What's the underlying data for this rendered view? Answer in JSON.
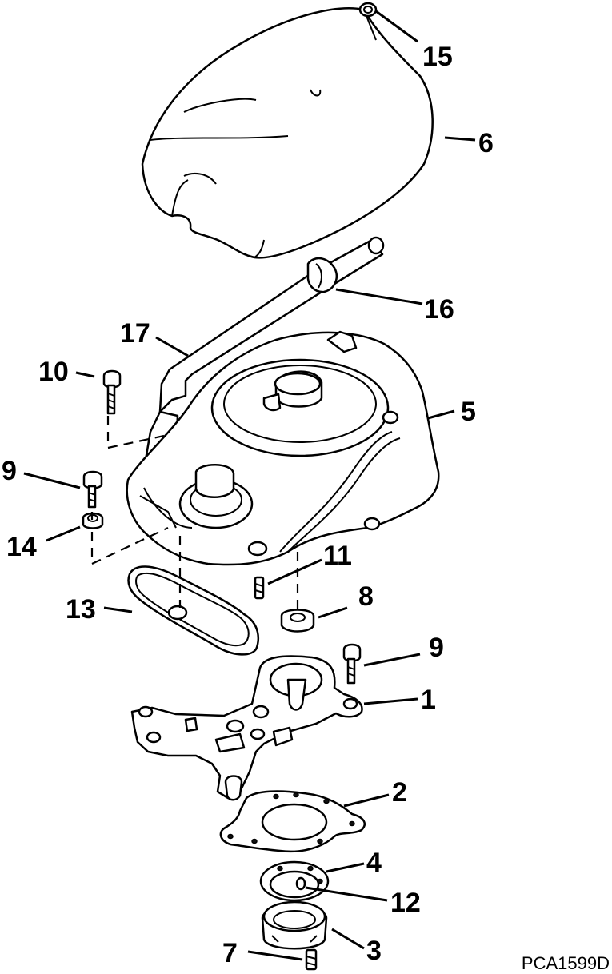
{
  "figure_ref": "PCA1599D",
  "callouts": [
    {
      "label": "15"
    },
    {
      "label": "6"
    },
    {
      "label": "16"
    },
    {
      "label": "17"
    },
    {
      "label": "10"
    },
    {
      "label": "5"
    },
    {
      "label": "9"
    },
    {
      "label": "14"
    },
    {
      "label": "11"
    },
    {
      "label": "13"
    },
    {
      "label": "8"
    },
    {
      "label": "9"
    },
    {
      "label": "1"
    },
    {
      "label": "2"
    },
    {
      "label": "4"
    },
    {
      "label": "12"
    },
    {
      "label": "3"
    },
    {
      "label": "7"
    }
  ]
}
